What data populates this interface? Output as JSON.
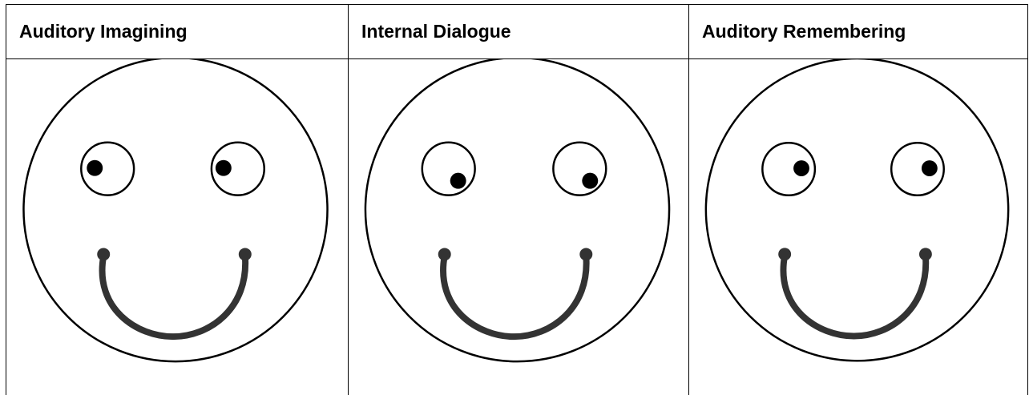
{
  "columns": [
    {
      "title": "Auditory Imagining",
      "face": {
        "left_pupil": "left",
        "right_pupil": "left",
        "icon": "smiley-face-icon"
      }
    },
    {
      "title": "Internal Dialogue",
      "face": {
        "left_pupil": "down-right",
        "right_pupil": "down-right",
        "icon": "smiley-face-icon"
      }
    },
    {
      "title": "Auditory Remembering",
      "face": {
        "left_pupil": "right",
        "right_pupil": "right",
        "icon": "smiley-face-icon"
      }
    }
  ],
  "colors": {
    "line": "#000000",
    "mouth": "#333333",
    "background": "#ffffff"
  }
}
